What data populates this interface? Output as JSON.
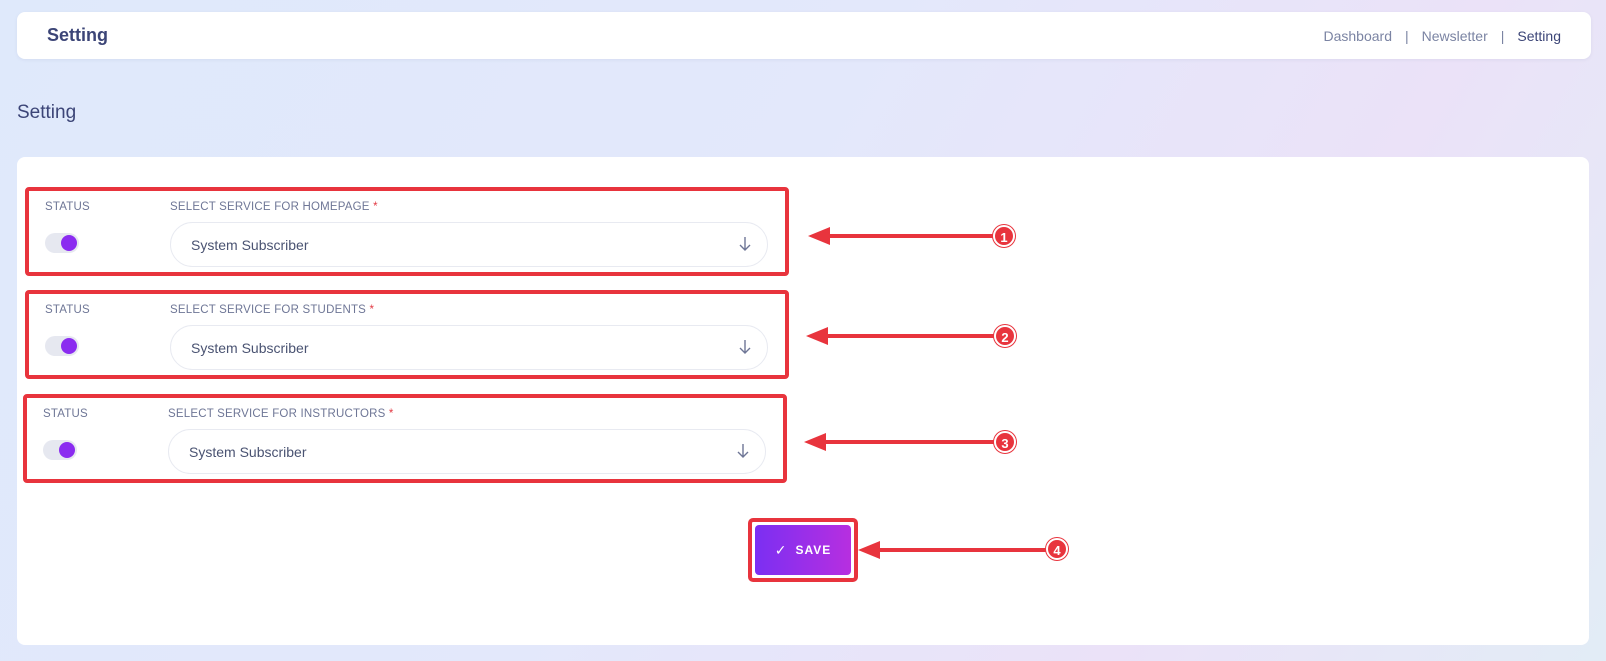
{
  "header": {
    "title": "Setting",
    "breadcrumbs": [
      "Dashboard",
      "Newsletter",
      "Setting"
    ],
    "separator": "|"
  },
  "page": {
    "heading": "Setting"
  },
  "rows": [
    {
      "status_label": "STATUS",
      "select_label": "SELECT SERVICE FOR HOMEPAGE",
      "required": "*",
      "value": "System Subscriber",
      "status_on": true
    },
    {
      "status_label": "STATUS",
      "select_label": "SELECT SERVICE FOR STUDENTS",
      "required": "*",
      "value": "System Subscriber",
      "status_on": true
    },
    {
      "status_label": "STATUS",
      "select_label": "SELECT SERVICE FOR INSTRUCTORS",
      "required": "*",
      "value": "System Subscriber",
      "status_on": true
    }
  ],
  "save": {
    "icon": "check-icon",
    "label": "SAVE"
  },
  "annotations": [
    "1",
    "2",
    "3",
    "4"
  ],
  "colors": {
    "accent": "#8b2cf0",
    "annotation": "#e8343d",
    "heading": "#3c4577"
  }
}
